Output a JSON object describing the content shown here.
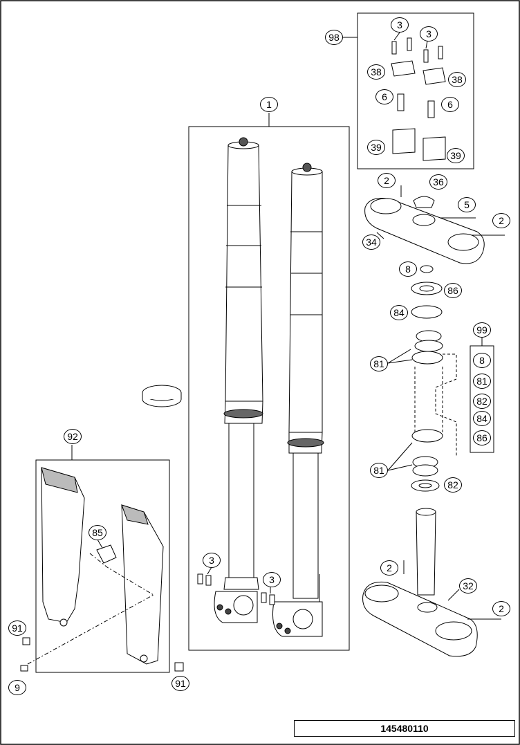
{
  "diagram": {
    "part_number": "145480110",
    "callouts": {
      "fork_assembly": "1",
      "screw_top_clamp_left": "2",
      "screw_top_clamp_right": "2",
      "screw_bottom_clamp_left": "2",
      "screw_bottom_clamp_right": "2",
      "screw_98_left": "3",
      "screw_98_right": "3",
      "screw_fork_left": "3",
      "screw_fork_right": "3",
      "screw_5": "5",
      "screw_6_left": "6",
      "screw_6_right": "6",
      "oring_8": "8",
      "screw_9": "9",
      "bottom_clamp": "32",
      "top_clamp": "34",
      "plug_36": "36",
      "clamp_38_left": "38",
      "clamp_38_right": "38",
      "clamp_39_left": "39",
      "clamp_39_right": "39",
      "bearing_81_top": "81",
      "bearing_81_bottom": "81",
      "seal_82": "82",
      "seal_84": "84",
      "clip_85": "85",
      "seal_86": "86",
      "screw_91_left": "91",
      "screw_91_right": "91",
      "guard_kit": "92",
      "handlebar_kit": "98",
      "steering_kit": "99"
    },
    "kit_99_items": [
      "8",
      "81",
      "82",
      "84",
      "86"
    ]
  }
}
